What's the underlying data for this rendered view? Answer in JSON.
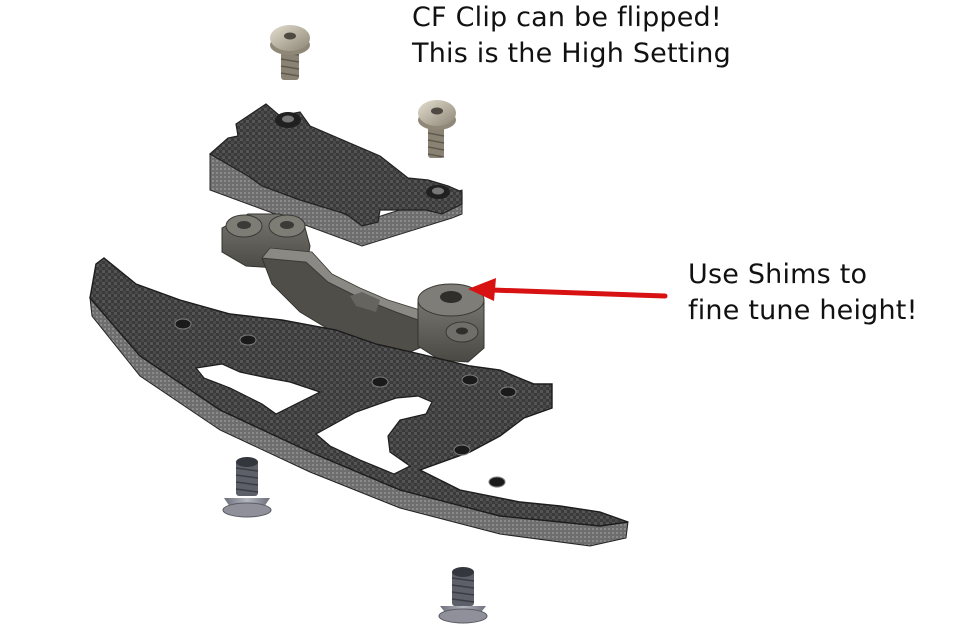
{
  "annotations": {
    "top_note": {
      "line1": "CF Clip can be flipped!",
      "line2": "This is the High Setting"
    },
    "side_note": {
      "line1": "Use Shims to",
      "line2": "fine tune height!"
    }
  },
  "colors": {
    "arrow": "#d81212",
    "carbon_fiber": "#3a3a3a",
    "carbon_weave": "#6a6a6a",
    "aluminum_part": "#5b5a55",
    "screw_head_top": "#b9b3a5",
    "screw_head_bottom": "#8f909a",
    "text": "#111111"
  },
  "icons": {
    "pointer": "red-arrow",
    "fasteners": "button-head-screw"
  }
}
